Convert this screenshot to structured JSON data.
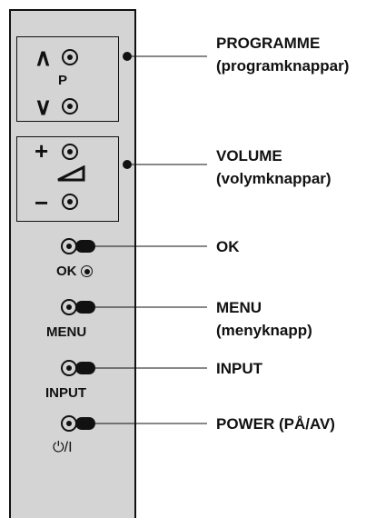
{
  "panel": {
    "programme_group": {
      "up_glyph": "∧",
      "letter": "P",
      "down_glyph": "∨"
    },
    "volume_group": {
      "plus_glyph": "+",
      "minus_glyph": "−"
    },
    "ok_label": "OK",
    "menu_label": "MENU",
    "input_label": "INPUT",
    "power_label": "⏻/I"
  },
  "callouts": {
    "programme": {
      "line1": "PROGRAMME",
      "line2": "(programknappar)"
    },
    "volume": {
      "line1": "VOLUME",
      "line2": "(volymknappar)"
    },
    "ok": {
      "line1": "OK"
    },
    "menu": {
      "line1": "MENU",
      "line2": "(menyknapp)"
    },
    "input": {
      "line1": "INPUT"
    },
    "power": {
      "line1": "POWER (PÅ/AV)"
    }
  }
}
